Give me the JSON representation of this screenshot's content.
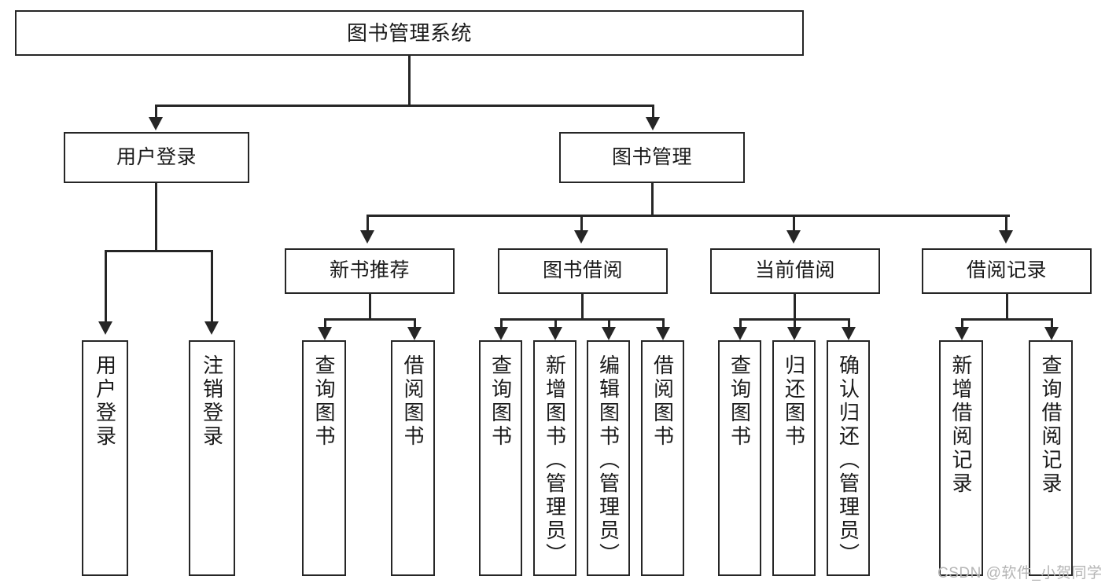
{
  "diagram": {
    "type": "tree",
    "title": "图书管理系统",
    "root": {
      "label": "图书管理系统"
    },
    "level2": [
      {
        "label": "用户登录"
      },
      {
        "label": "图书管理"
      }
    ],
    "level3": [
      {
        "label": "新书推荐"
      },
      {
        "label": "图书借阅"
      },
      {
        "label": "当前借阅"
      },
      {
        "label": "借阅记录"
      }
    ],
    "leaves": {
      "user_login": [
        {
          "label": "用户登录"
        },
        {
          "label": "注销登录"
        }
      ],
      "new_book_recommend": [
        {
          "label": "查询图书"
        },
        {
          "label": "借阅图书"
        }
      ],
      "book_borrow": [
        {
          "label": "查询图书"
        },
        {
          "label": "新增图书（管理员）"
        },
        {
          "label": "编辑图书（管理员）"
        },
        {
          "label": "借阅图书"
        }
      ],
      "current_borrow": [
        {
          "label": "查询图书"
        },
        {
          "label": "归还图书"
        },
        {
          "label": "确认归还（管理员）"
        }
      ],
      "borrow_record": [
        {
          "label": "新增借阅记录"
        },
        {
          "label": "查询借阅记录"
        }
      ]
    },
    "colors": {
      "stroke": "#262626",
      "fill": "#ffffff",
      "text": "#1a1a1a",
      "watermark": "#b5b5b5"
    }
  },
  "watermark": {
    "text": "CSDN @软件_小贺同学"
  }
}
